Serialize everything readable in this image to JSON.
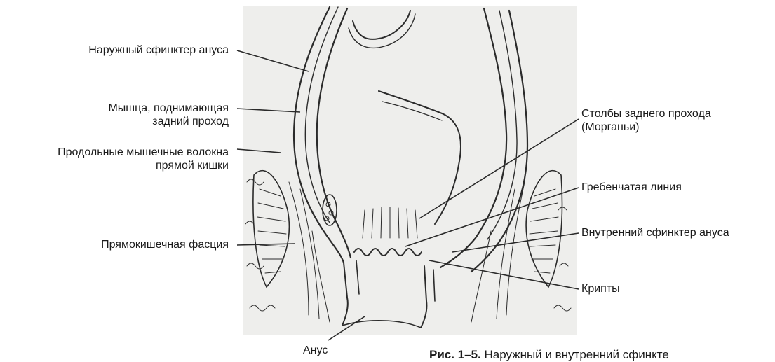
{
  "labels_left": [
    {
      "id": "external-sphincter",
      "text": "Наружный сфинктер ануса"
    },
    {
      "id": "levator-ani",
      "text": "Мышца, поднимающая\nзадний проход"
    },
    {
      "id": "longitudinal-fibers",
      "text": "Продольные мышечные волокна\nпрямой кишки"
    },
    {
      "id": "rectal-fascia",
      "text": "Прямокишечная фасция"
    }
  ],
  "labels_right": [
    {
      "id": "morgagni-columns",
      "text": "Столбы заднего прохода\n(Морганьи)"
    },
    {
      "id": "pectinate-line",
      "text": "Гребенчатая линия"
    },
    {
      "id": "internal-sphincter",
      "text": "Внутренний сфинктер ануса"
    },
    {
      "id": "crypts",
      "text": "Крипты"
    }
  ],
  "label_bottom": {
    "id": "anus",
    "text": "Анус"
  },
  "caption": {
    "number": "Рис. 1–5.",
    "text": "Наружный и внутренний сфинкте"
  }
}
